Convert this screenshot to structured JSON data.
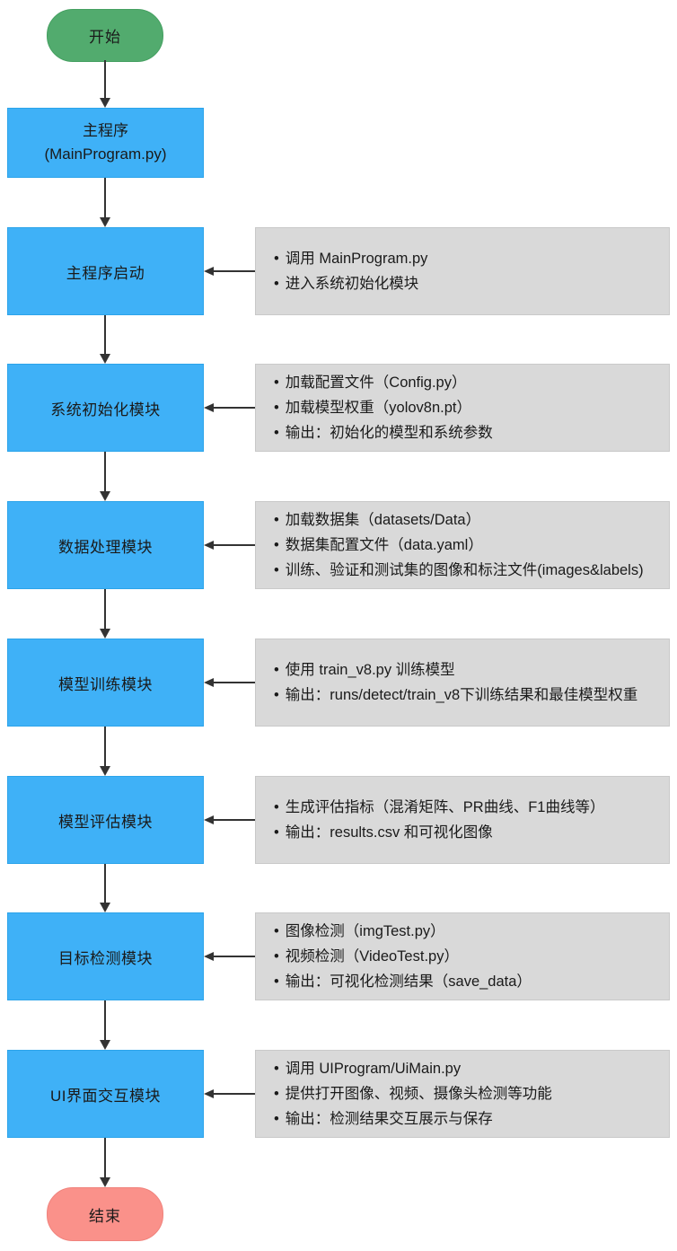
{
  "ui": {
    "bullet": "•"
  },
  "colors": {
    "start": "#52ab6e",
    "process": "#3fb1f7",
    "note": "#d9d9d9",
    "end": "#fa918a",
    "arrow": "#333333",
    "text": "#1a1a1a"
  },
  "flow": {
    "start": {
      "label": "开始"
    },
    "end": {
      "label": "结束"
    },
    "main": {
      "line1": "主程序",
      "line2": "(MainProgram.py)"
    },
    "nodes": [
      {
        "label": "主程序启动",
        "notes": [
          "调用 MainProgram.py",
          "进入系统初始化模块"
        ]
      },
      {
        "label": "系统初始化模块",
        "notes": [
          "加载配置文件（Config.py）",
          "加载模型权重（yolov8n.pt）",
          "输出：初始化的模型和系统参数"
        ]
      },
      {
        "label": "数据处理模块",
        "notes": [
          "加载数据集（datasets/Data）",
          "数据集配置文件（data.yaml）",
          "训练、验证和测试集的图像和标注文件(images&labels)"
        ]
      },
      {
        "label": "模型训练模块",
        "notes": [
          "使用 train_v8.py 训练模型",
          "输出：runs/detect/train_v8下训练结果和最佳模型权重"
        ]
      },
      {
        "label": "模型评估模块",
        "notes": [
          "生成评估指标（混淆矩阵、PR曲线、F1曲线等）",
          "输出：results.csv 和可视化图像"
        ]
      },
      {
        "label": "目标检测模块",
        "notes": [
          "图像检测（imgTest.py）",
          "视频检测（VideoTest.py）",
          "输出：可视化检测结果（save_data）"
        ]
      },
      {
        "label": "UI界面交互模块",
        "notes": [
          "调用 UIProgram/UiMain.py",
          "提供打开图像、视频、摄像头检测等功能",
          "输出：检测结果交互展示与保存"
        ]
      }
    ]
  }
}
